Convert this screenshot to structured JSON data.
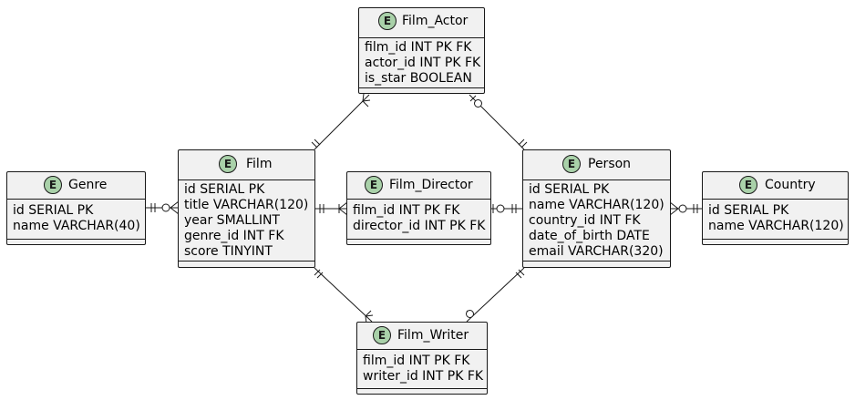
{
  "entities": {
    "film_actor": {
      "letter": "E",
      "name": "Film_Actor",
      "attributes": [
        "film_id INT PK FK",
        "actor_id INT PK FK",
        "is_star BOOLEAN"
      ]
    },
    "genre": {
      "letter": "E",
      "name": "Genre",
      "attributes": [
        "id SERIAL PK",
        "name VARCHAR(40)"
      ]
    },
    "film": {
      "letter": "E",
      "name": "Film",
      "attributes": [
        "id SERIAL PK",
        "title VARCHAR(120)",
        "year SMALLINT",
        "genre_id INT FK",
        "score TINYINT"
      ]
    },
    "film_director": {
      "letter": "E",
      "name": "Film_Director",
      "attributes": [
        "film_id INT PK FK",
        "director_id INT PK FK"
      ]
    },
    "person": {
      "letter": "E",
      "name": "Person",
      "attributes": [
        "id SERIAL PK",
        "name VARCHAR(120)",
        "country_id INT FK",
        "date_of_birth DATE",
        "email VARCHAR(320)"
      ]
    },
    "country": {
      "letter": "E",
      "name": "Country",
      "attributes": [
        "id SERIAL PK",
        "name VARCHAR(120)"
      ]
    },
    "film_writer": {
      "letter": "E",
      "name": "Film_Writer",
      "attributes": [
        "film_id INT PK FK",
        "writer_id INT PK FK"
      ]
    }
  },
  "relationships": [
    {
      "from": "Film",
      "to": "Film_Actor",
      "from_cardinality": "exactly-one",
      "to_cardinality": "one-or-many"
    },
    {
      "from": "Person",
      "to": "Film_Actor",
      "from_cardinality": "exactly-one",
      "to_cardinality": "zero-or-one"
    },
    {
      "from": "Genre",
      "to": "Film",
      "from_cardinality": "exactly-one",
      "to_cardinality": "zero-or-many"
    },
    {
      "from": "Film",
      "to": "Film_Director",
      "from_cardinality": "exactly-one",
      "to_cardinality": "one-or-many"
    },
    {
      "from": "Person",
      "to": "Film_Director",
      "from_cardinality": "exactly-one",
      "to_cardinality": "zero-or-one"
    },
    {
      "from": "Country",
      "to": "Person",
      "from_cardinality": "exactly-one",
      "to_cardinality": "zero-or-many"
    },
    {
      "from": "Film",
      "to": "Film_Writer",
      "from_cardinality": "exactly-one",
      "to_cardinality": "one-or-many"
    },
    {
      "from": "Person",
      "to": "Film_Writer",
      "from_cardinality": "exactly-one",
      "to_cardinality": "zero-or-one"
    }
  ],
  "colors": {
    "entity_fill": "#f1f1f1",
    "border": "#181818",
    "badge_fill": "#a9d1a9"
  }
}
